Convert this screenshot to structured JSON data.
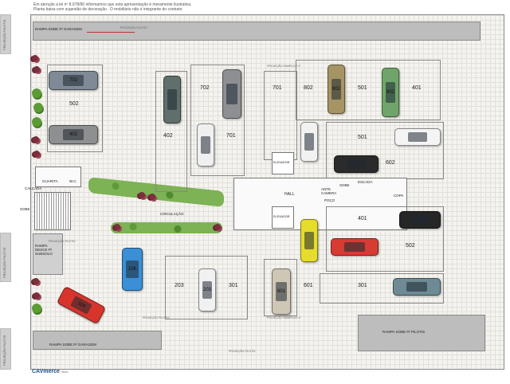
{
  "notes": [
    "Em atenção a lei nº 8.078/90 informamos que esta apresentação é meramente ilustrativa.",
    "Planta baixa com sugestão de decoração . O mobiliário não é integrante do contrato"
  ],
  "ramps": {
    "top": "RAMPA SOBE P/ GARAGEM",
    "bottom_left": "RAMPA SOBE P/ GARAGEM",
    "bottom_right": "RAMPA SOBE P/ PILOTIS",
    "descent": "RAMPA DESCE P/ SUBSOLO"
  },
  "side_labels": {
    "top": "PROJEÇÃO PILOTIS",
    "middle": "PROJEÇÃO PILOTIS",
    "bottom": "PROJEÇÃO PILOTIS"
  },
  "projection_labels": {
    "a": "PROJEÇÃO PILOTIS",
    "b": "PROJEÇÃO RAMPA DO 1º",
    "c": "PROJEÇÃO PILOTIS",
    "d": "PROJEÇÃO PILOTIS",
    "e": "PROJEÇÃO RAMPA DO 1º",
    "f": "PROJEÇÃO PILOTIS"
  },
  "rooms": {
    "calcada": "CALÇADA",
    "sobe": "SOBE",
    "guarita": "GUARITA",
    "wc": "W.C.",
    "hall": "HALL",
    "elevador_top": "ELEVADOR",
    "elevador_bottom": "ELEVADOR",
    "ante_camera": "ANTE CAMERA",
    "poco": "POÇO",
    "sobe_stair": "SOBE",
    "escada": "ESCADA",
    "copa": "COPA",
    "circulacao": "CIRCULAÇÃO"
  },
  "spots": {
    "s502_left": "502",
    "s402_mid": "402",
    "s702": "702",
    "s701_a": "701",
    "s701_b": "701",
    "s802": "802",
    "s501_top": "501",
    "s401_top": "401",
    "s501_mid": "501",
    "s602": "602",
    "s401_right": "401",
    "s502_right": "502",
    "s301_right": "301",
    "s203": "203",
    "s301_bottom": "301",
    "s601": "601"
  },
  "car_labels": {
    "c702": "702",
    "c402": "402",
    "c802": "802",
    "c602": "602",
    "c106": "106",
    "c203": "203",
    "c601": "601",
    "c104": "104"
  },
  "logo": {
    "brand": "CAVmerce",
    "sub": "imob"
  }
}
